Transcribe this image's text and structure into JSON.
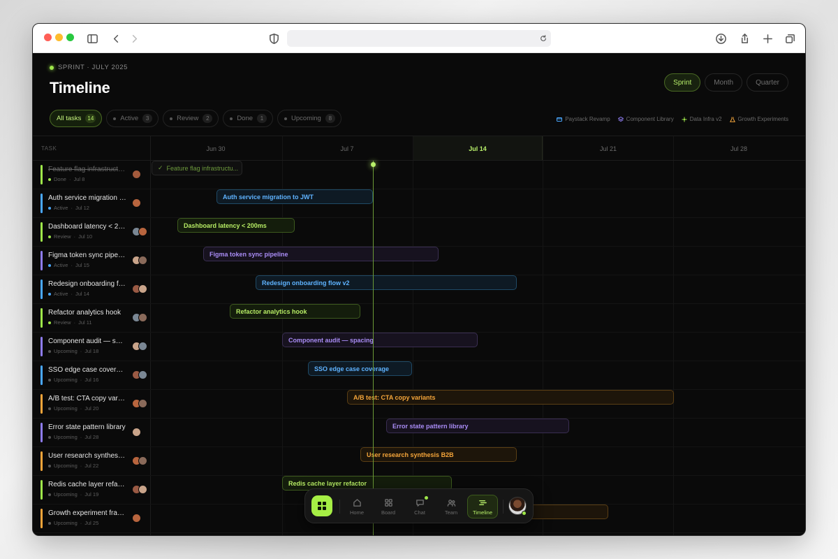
{
  "header": {
    "eyebrow": "SPRINT · JULY 2025",
    "title": "Timeline"
  },
  "view_switch": [
    {
      "label": "Sprint",
      "active": true
    },
    {
      "label": "Month",
      "active": false
    },
    {
      "label": "Quarter",
      "active": false
    }
  ],
  "filters": [
    {
      "label": "All tasks",
      "count": "14",
      "active": true
    },
    {
      "label": "Active",
      "count": "3",
      "active": false
    },
    {
      "label": "Review",
      "count": "2",
      "active": false
    },
    {
      "label": "Done",
      "count": "1",
      "active": false
    },
    {
      "label": "Upcoming",
      "count": "8",
      "active": false
    }
  ],
  "projects": [
    {
      "label": "Paystack Revamp",
      "icon": "card-icon",
      "color": "#4aa8ff"
    },
    {
      "label": "Component Library",
      "icon": "layers-icon",
      "color": "#8e7cf0"
    },
    {
      "label": "Data Infra v2",
      "icon": "network-icon",
      "color": "#9ee64a"
    },
    {
      "label": "Growth Experiments",
      "icon": "flask-icon",
      "color": "#f5a53a"
    }
  ],
  "grid": {
    "task_column_label": "TASK",
    "weeks": [
      "Jun 30",
      "Jul 7",
      "Jul 14",
      "Jul 21",
      "Jul 28"
    ],
    "current_week": "Jul 14"
  },
  "colors": {
    "accent": "#b8f06a",
    "blue": "#5fb3ff",
    "green": "#b6ec64",
    "purple": "#a98cf5",
    "orange": "#f5a53a"
  },
  "tasks": [
    {
      "name": "Feature flag infrastructure",
      "status": "Done",
      "due": "Jul 8",
      "bar": "Feature flag infrastructu...",
      "color": "green",
      "done": true
    },
    {
      "name": "Auth service migration to JWT",
      "status": "Active",
      "due": "Jul 12",
      "bar": "Auth service migration to JWT",
      "color": "blue"
    },
    {
      "name": "Dashboard latency < 200ms",
      "status": "Review",
      "due": "Jul 10",
      "bar": "Dashboard latency < 200ms",
      "color": "green"
    },
    {
      "name": "Figma token sync pipeline",
      "status": "Active",
      "due": "Jul 15",
      "bar": "Figma token sync pipeline",
      "color": "purple"
    },
    {
      "name": "Redesign onboarding flow v2",
      "status": "Active",
      "due": "Jul 14",
      "bar": "Redesign onboarding flow v2",
      "color": "blue"
    },
    {
      "name": "Refactor analytics hook",
      "status": "Review",
      "due": "Jul 11",
      "bar": "Refactor analytics hook",
      "color": "green"
    },
    {
      "name": "Component audit — spacing",
      "status": "Upcoming",
      "due": "Jul 18",
      "bar": "Component audit — spacing",
      "color": "purple"
    },
    {
      "name": "SSO edge case coverage",
      "status": "Upcoming",
      "due": "Jul 16",
      "bar": "SSO edge case coverage",
      "color": "blue"
    },
    {
      "name": "A/B test: CTA copy variants",
      "status": "Upcoming",
      "due": "Jul 20",
      "bar": "A/B test: CTA copy variants",
      "color": "orange"
    },
    {
      "name": "Error state pattern library",
      "status": "Upcoming",
      "due": "Jul 28",
      "bar": "Error state pattern library",
      "color": "purple"
    },
    {
      "name": "User research synthesis B2B",
      "status": "Upcoming",
      "due": "Jul 22",
      "bar": "User research synthesis B2B",
      "color": "orange"
    },
    {
      "name": "Redis cache layer refactor",
      "status": "Upcoming",
      "due": "Jul 19",
      "bar": "Redis cache layer refactor",
      "color": "green"
    },
    {
      "name": "Growth experiment framework",
      "status": "Upcoming",
      "due": "Jul 25",
      "bar": "",
      "color": "orange"
    }
  ],
  "dock": {
    "items": [
      {
        "label": "Home",
        "icon": "home-icon"
      },
      {
        "label": "Board",
        "icon": "board-icon"
      },
      {
        "label": "Chat",
        "icon": "chat-icon"
      },
      {
        "label": "Team",
        "icon": "team-icon"
      },
      {
        "label": "Timeline",
        "icon": "timeline-icon",
        "active": true
      }
    ]
  }
}
